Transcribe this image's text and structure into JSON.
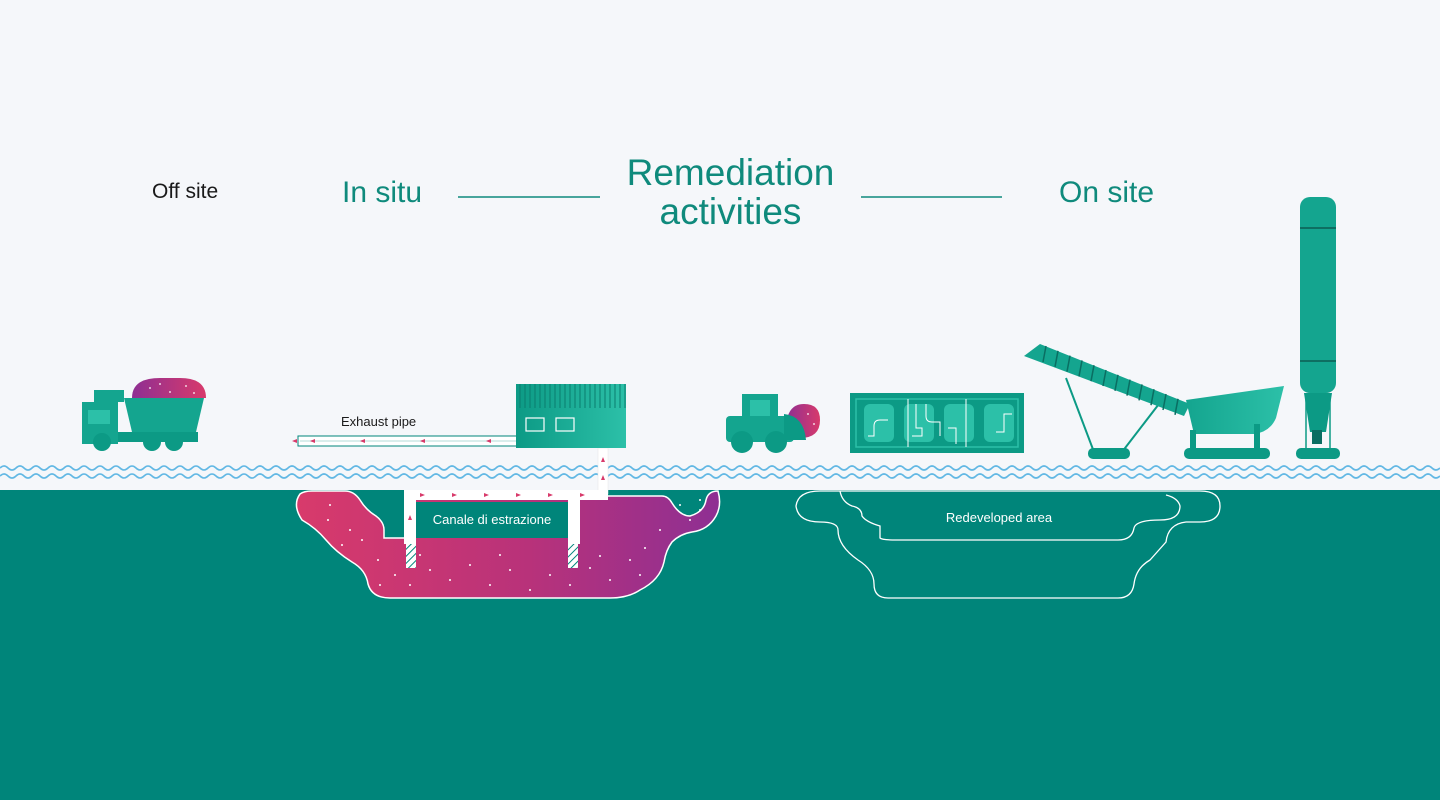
{
  "titles": {
    "off_site": "Off site",
    "in_situ": "In situ",
    "main_line1": "Remediation",
    "main_line2": "activities",
    "on_site": "On site"
  },
  "labels": {
    "exhaust_pipe": "Exhaust pipe",
    "extraction_channel": "Canale di estrazione",
    "redeveloped_area": "Redeveloped area"
  },
  "colors": {
    "sky": "#f5f7fa",
    "ground": "#00857a",
    "teal": "#14a58f",
    "teal_light": "#2cc0a8",
    "title_teal": "#0f8a7c",
    "dark_text": "#1a1a1a",
    "water_line": "#62b8e4",
    "contam_pink": "#d83a6b",
    "contam_purple": "#8e2f93",
    "white": "#ffffff"
  }
}
